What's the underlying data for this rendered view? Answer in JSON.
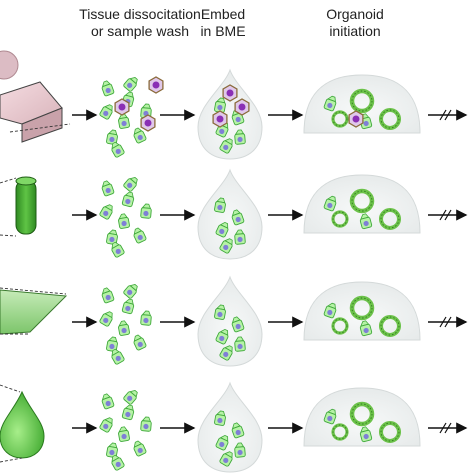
{
  "headers": {
    "step1": [
      "Tissue dissocitation",
      "or sample wash"
    ],
    "step2": [
      "Embed",
      "in BME"
    ],
    "step3": [
      "Organoid",
      "initiation"
    ]
  },
  "rows": [
    {
      "source": "tissue-block",
      "has_contaminants": true
    },
    {
      "source": "cylinder",
      "has_contaminants": false
    },
    {
      "source": "funnel",
      "has_contaminants": false
    },
    {
      "source": "drop",
      "has_contaminants": false
    }
  ],
  "colors": {
    "cell_body": "#b6f2a6",
    "cell_outline": "#3fa83a",
    "nucleus": "#7f7fd6",
    "contaminant": "#e0c8ea",
    "contaminant_outline": "#8a6a3a",
    "organoid": "#6cc24a",
    "dome": "#eef1f1"
  }
}
